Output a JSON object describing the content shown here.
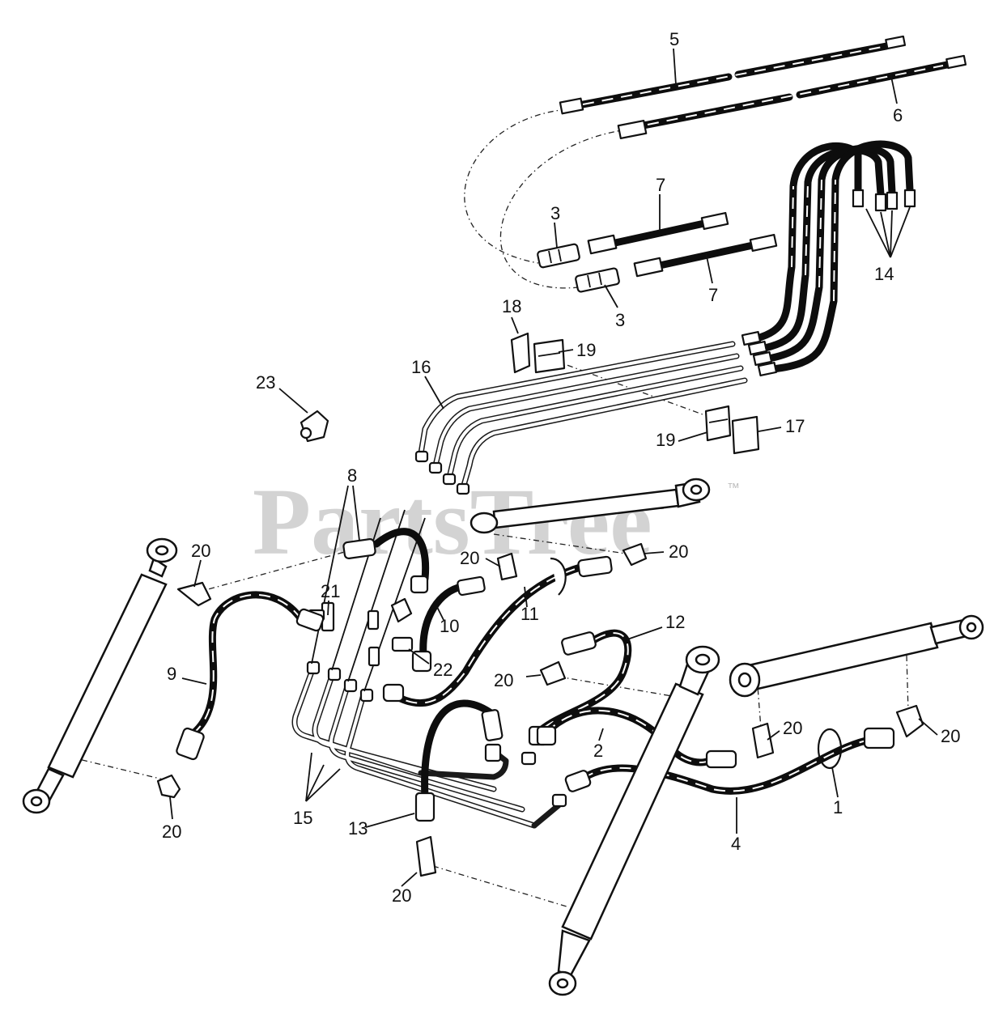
{
  "watermark": {
    "brand": "PartsTree",
    "trademark": "™"
  },
  "callouts": [
    {
      "id": "c5",
      "text": "5"
    },
    {
      "id": "c6",
      "text": "6"
    },
    {
      "id": "c7a",
      "text": "7"
    },
    {
      "id": "c7b",
      "text": "7"
    },
    {
      "id": "c3a",
      "text": "3"
    },
    {
      "id": "c3b",
      "text": "3"
    },
    {
      "id": "c14",
      "text": "14"
    },
    {
      "id": "c18",
      "text": "18"
    },
    {
      "id": "c19a",
      "text": "19"
    },
    {
      "id": "c19b",
      "text": "19"
    },
    {
      "id": "c17",
      "text": "17"
    },
    {
      "id": "c16",
      "text": "16"
    },
    {
      "id": "c23",
      "text": "23"
    },
    {
      "id": "c8",
      "text": "8"
    },
    {
      "id": "c20a",
      "text": "20"
    },
    {
      "id": "c20b",
      "text": "20"
    },
    {
      "id": "c20c",
      "text": "20"
    },
    {
      "id": "c21",
      "text": "21"
    },
    {
      "id": "c10",
      "text": "10"
    },
    {
      "id": "c11",
      "text": "11"
    },
    {
      "id": "c12",
      "text": "12"
    },
    {
      "id": "c22",
      "text": "22"
    },
    {
      "id": "c9",
      "text": "9"
    },
    {
      "id": "c20d",
      "text": "20"
    },
    {
      "id": "c20e",
      "text": "20"
    },
    {
      "id": "c20f",
      "text": "20"
    },
    {
      "id": "c20g",
      "text": "20"
    },
    {
      "id": "c20h",
      "text": "20"
    },
    {
      "id": "c2",
      "text": "2"
    },
    {
      "id": "c15",
      "text": "15"
    },
    {
      "id": "c13",
      "text": "13"
    },
    {
      "id": "c1",
      "text": "1"
    },
    {
      "id": "c4",
      "text": "4"
    },
    {
      "id": "c20i",
      "text": "20"
    }
  ]
}
